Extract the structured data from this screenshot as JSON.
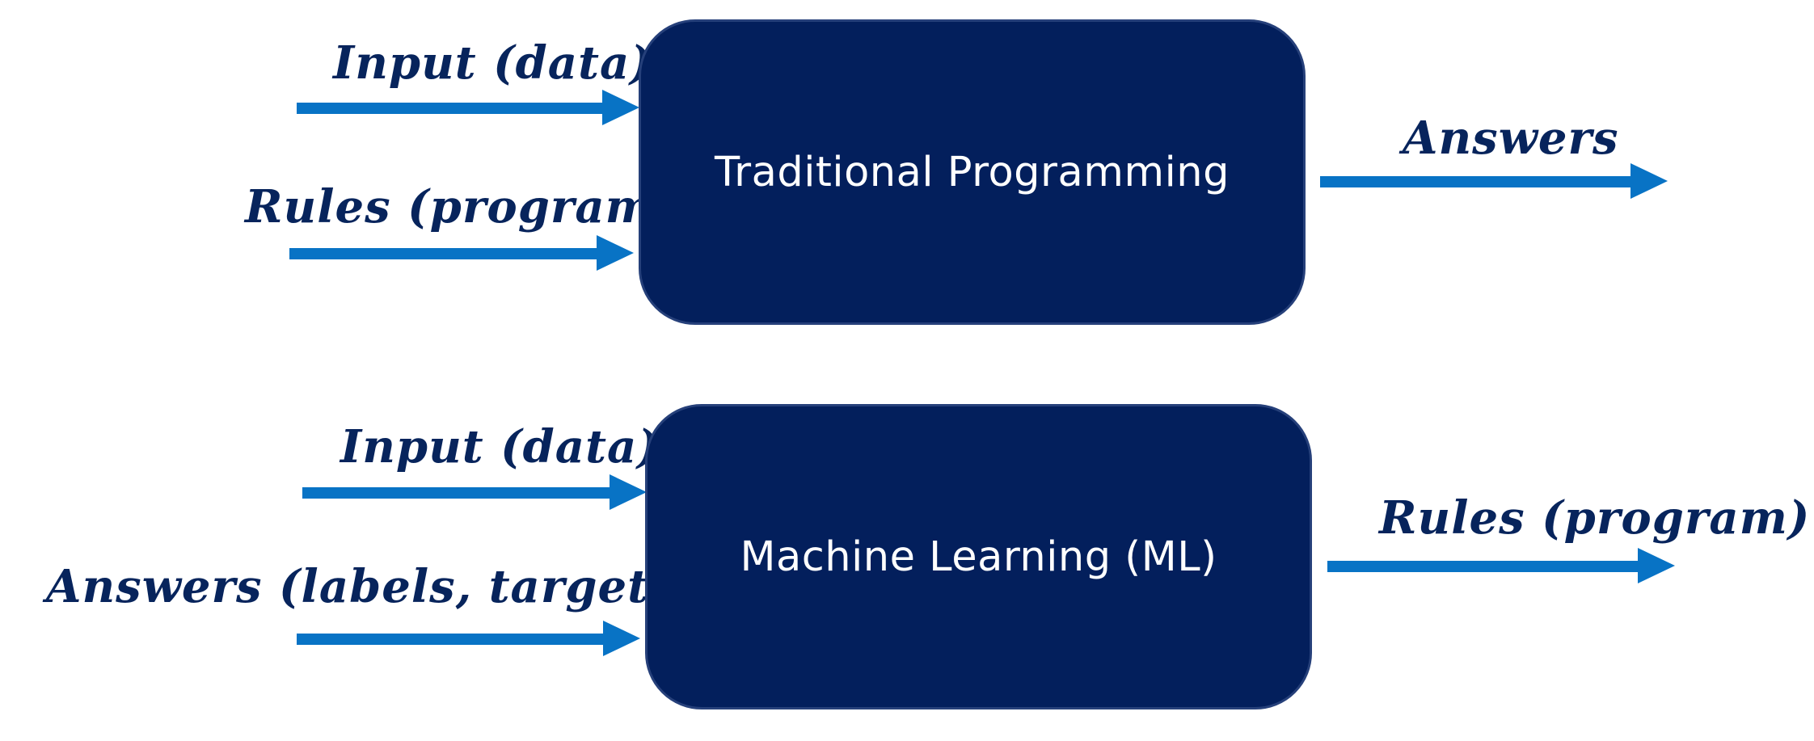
{
  "colors": {
    "box_fill": "#031f5c",
    "box_border": "#26407a",
    "box_text": "#ffffff",
    "label_text": "#07245c",
    "arrow": "#0873c5"
  },
  "traditional": {
    "box_label": "Traditional Programming",
    "input_label": "Input (data)",
    "rules_label": "Rules (program)",
    "output_label": "Answers"
  },
  "ml": {
    "box_label": "Machine Learning (ML)",
    "input_label": "Input (data)",
    "answers_label": "Answers (labels, targets)",
    "output_label": "Rules (program)"
  }
}
